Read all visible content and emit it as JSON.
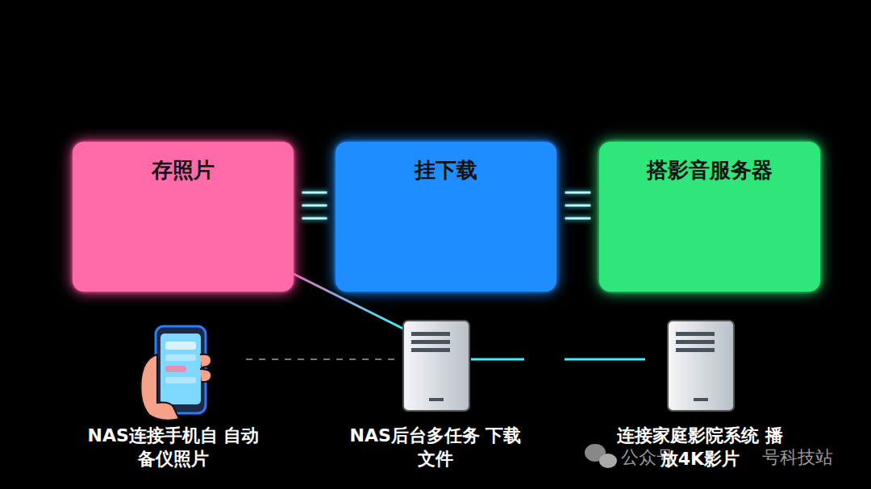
{
  "diagram": {
    "nodes": [
      {
        "text": [
          "存照片"
        ]
      },
      {
        "text": [
          "挂下载"
        ]
      },
      {
        "text": [
          "搭影音服务器"
        ]
      }
    ],
    "edges": [
      {
        "from": 0,
        "to": 1,
        "arrow": "none"
      },
      {
        "from": 1,
        "to": 2,
        "arrow": "none"
      }
    ],
    "labels": [
      "NAS连接手机自 自动备仪照片",
      "NAS后台多任务 下载文件",
      "连接家庭影院系统 播放4K影片",
      "公众号",
      "号科技站"
    ]
  }
}
